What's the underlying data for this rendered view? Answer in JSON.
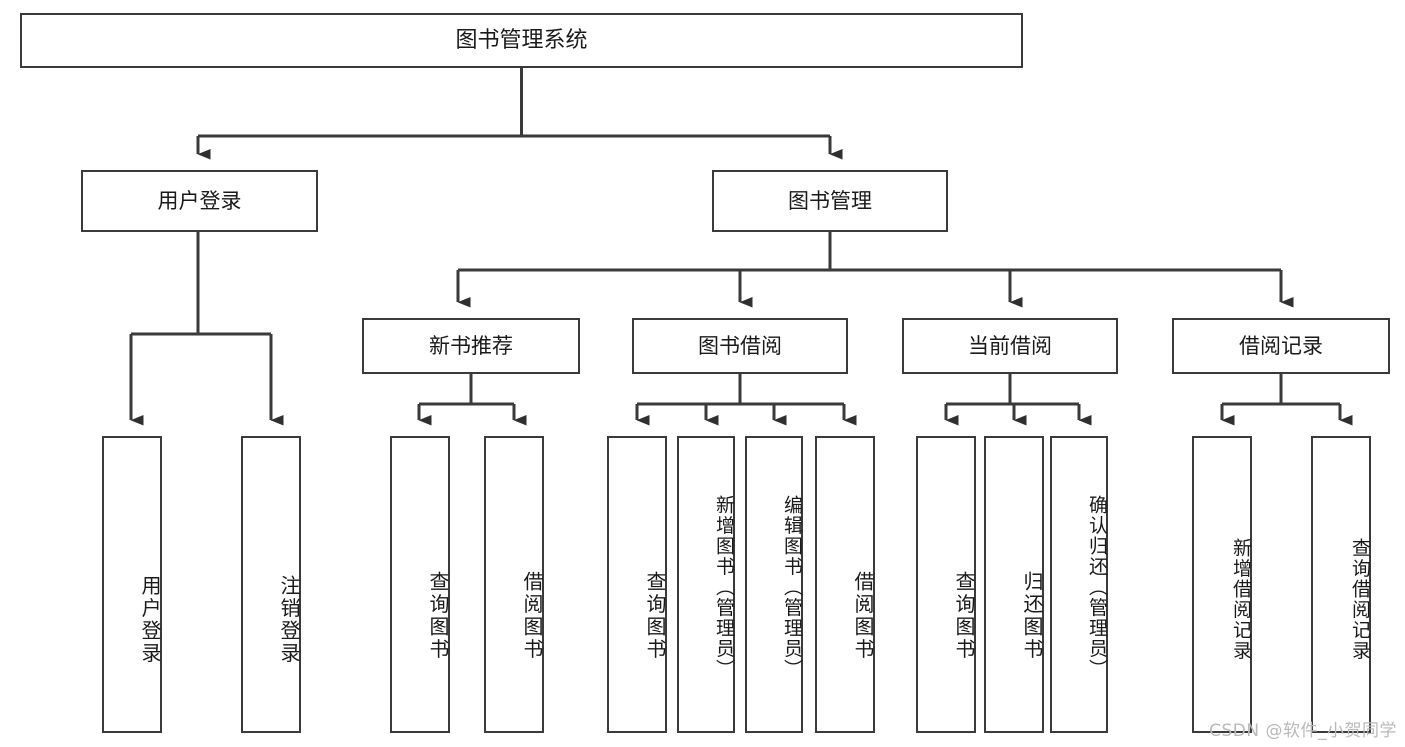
{
  "diagram": {
    "title": "图书管理系统",
    "type": "tree",
    "watermark": "CSDN @软件_小贺同学",
    "colors": {
      "stroke": "#3a3a3a",
      "fill": "#ffffff",
      "text": "#1a1a1a",
      "watermark": "#b9b9b9"
    },
    "levels": {
      "root": {
        "label": "图书管理系统"
      },
      "level2": [
        {
          "id": "user-login",
          "label": "用户登录"
        },
        {
          "id": "book-manage",
          "label": "图书管理"
        }
      ],
      "level3": [
        {
          "id": "new-book-recommend",
          "label": "新书推荐"
        },
        {
          "id": "book-borrow",
          "label": "图书借阅"
        },
        {
          "id": "current-borrow",
          "label": "当前借阅"
        },
        {
          "id": "borrow-record",
          "label": "借阅记录"
        }
      ],
      "leaves": {
        "user-login": [
          {
            "id": "leaf-user-login",
            "label": "用户登录"
          },
          {
            "id": "leaf-logout",
            "label": "注销登录"
          }
        ],
        "new-book-recommend": [
          {
            "id": "leaf-query-book-1",
            "label": "查询图书"
          },
          {
            "id": "leaf-borrow-book-1",
            "label": "借阅图书"
          }
        ],
        "book-borrow": [
          {
            "id": "leaf-query-book-2",
            "label": "查询图书"
          },
          {
            "id": "leaf-add-book",
            "label": "新增图书（管理员）"
          },
          {
            "id": "leaf-edit-book",
            "label": "编辑图书（管理员）"
          },
          {
            "id": "leaf-borrow-book-2",
            "label": "借阅图书"
          }
        ],
        "current-borrow": [
          {
            "id": "leaf-query-book-3",
            "label": "查询图书"
          },
          {
            "id": "leaf-return-book",
            "label": "归还图书"
          },
          {
            "id": "leaf-confirm-return",
            "label": "确认归还（管理员）"
          }
        ],
        "borrow-record": [
          {
            "id": "leaf-add-record",
            "label": "新增借阅记录"
          },
          {
            "id": "leaf-query-record",
            "label": "查询借阅记录"
          }
        ]
      }
    }
  }
}
